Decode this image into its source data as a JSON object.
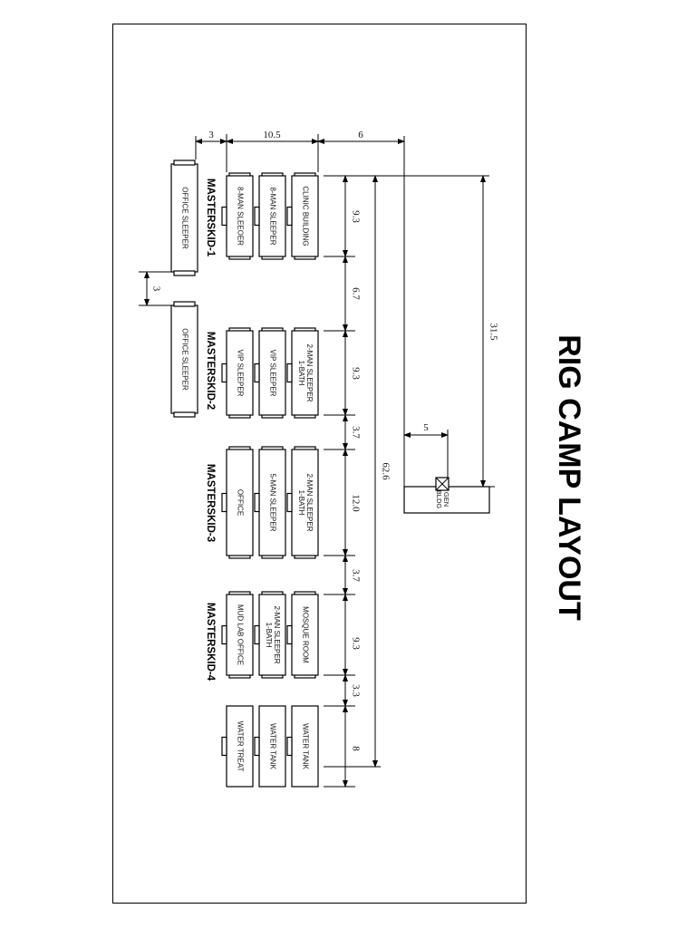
{
  "title": "RIG CAMP LAYOUT",
  "masterskids": [
    "MASTERSKID-1",
    "MASTERSKID-2",
    "MASTERSKID-3",
    "MASTERSKID-4"
  ],
  "office_sleepers": [
    "OFFICE SLEEPER",
    "OFFICE SLEEPER"
  ],
  "buildings": {
    "skid1": [
      "8-MAN SLEEOER",
      "8-MAN SLEEPER",
      "CLINIC BUILDING"
    ],
    "skid2": [
      "VIP SLEEPER",
      "VIP SLEEPER",
      "2-MAN SLEEPER|1-BATH"
    ],
    "skid3": [
      "OFFICE",
      "5-MAN SLEEPER",
      "2-MAN SLEEPER|1-BATH"
    ],
    "skid4": [
      "MUD LAB OFFICE",
      "2-MAN SLEEPER|1-BATH",
      "MOSQUE ROOM"
    ],
    "tanks": [
      "WATER TREAT",
      "WATER TANK",
      "WATER TANK"
    ]
  },
  "gen_building": "GEN|BLDG",
  "dimensions": {
    "top_gap": "3",
    "top_width": "10.5",
    "top_offset": "6",
    "office_gap": "3",
    "seg1": "9.3",
    "seg2": "6.7",
    "seg3": "9.3",
    "seg4": "3.7",
    "seg5": "12.0",
    "seg6": "3.7",
    "seg7": "9.3",
    "seg8": "3.3",
    "seg9": "8",
    "total": "62.6",
    "gen_distance": "31.5",
    "gen_offset": "5"
  }
}
